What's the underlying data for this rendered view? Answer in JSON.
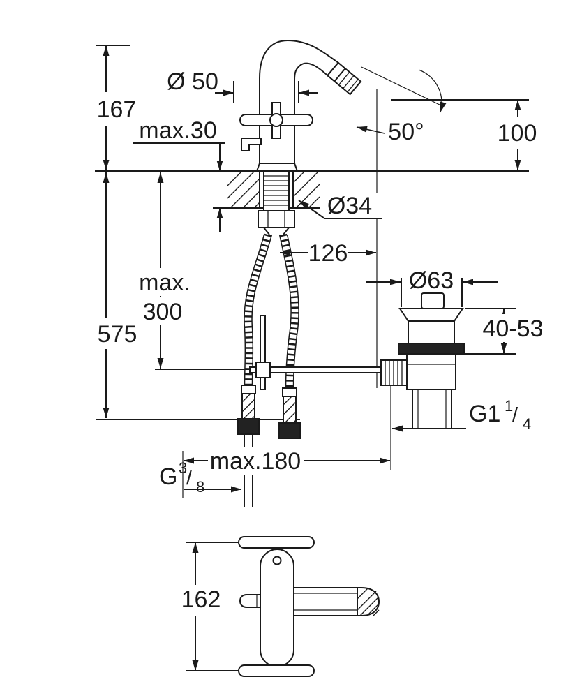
{
  "labels": {
    "height_167": "167",
    "dia_50": "Ø 50",
    "max_30": "max.30",
    "angle_50": "50°",
    "height_100": "100",
    "dia_34": "Ø34",
    "dist_126": "126",
    "max_word": "max.",
    "max_300": "300",
    "height_575": "575",
    "dia_63": "Ø63",
    "range_40_53": "40-53",
    "g114_prefix": "G1",
    "g114_num": "1",
    "g114_slash": "/",
    "g114_den": "4",
    "max_180": "max.180",
    "g38_prefix": "G",
    "g38_num": "3",
    "g38_slash": "/",
    "g38_den": "8",
    "length_162": "162"
  },
  "colors": {
    "line": "#1a1a1a",
    "background": "#ffffff"
  }
}
